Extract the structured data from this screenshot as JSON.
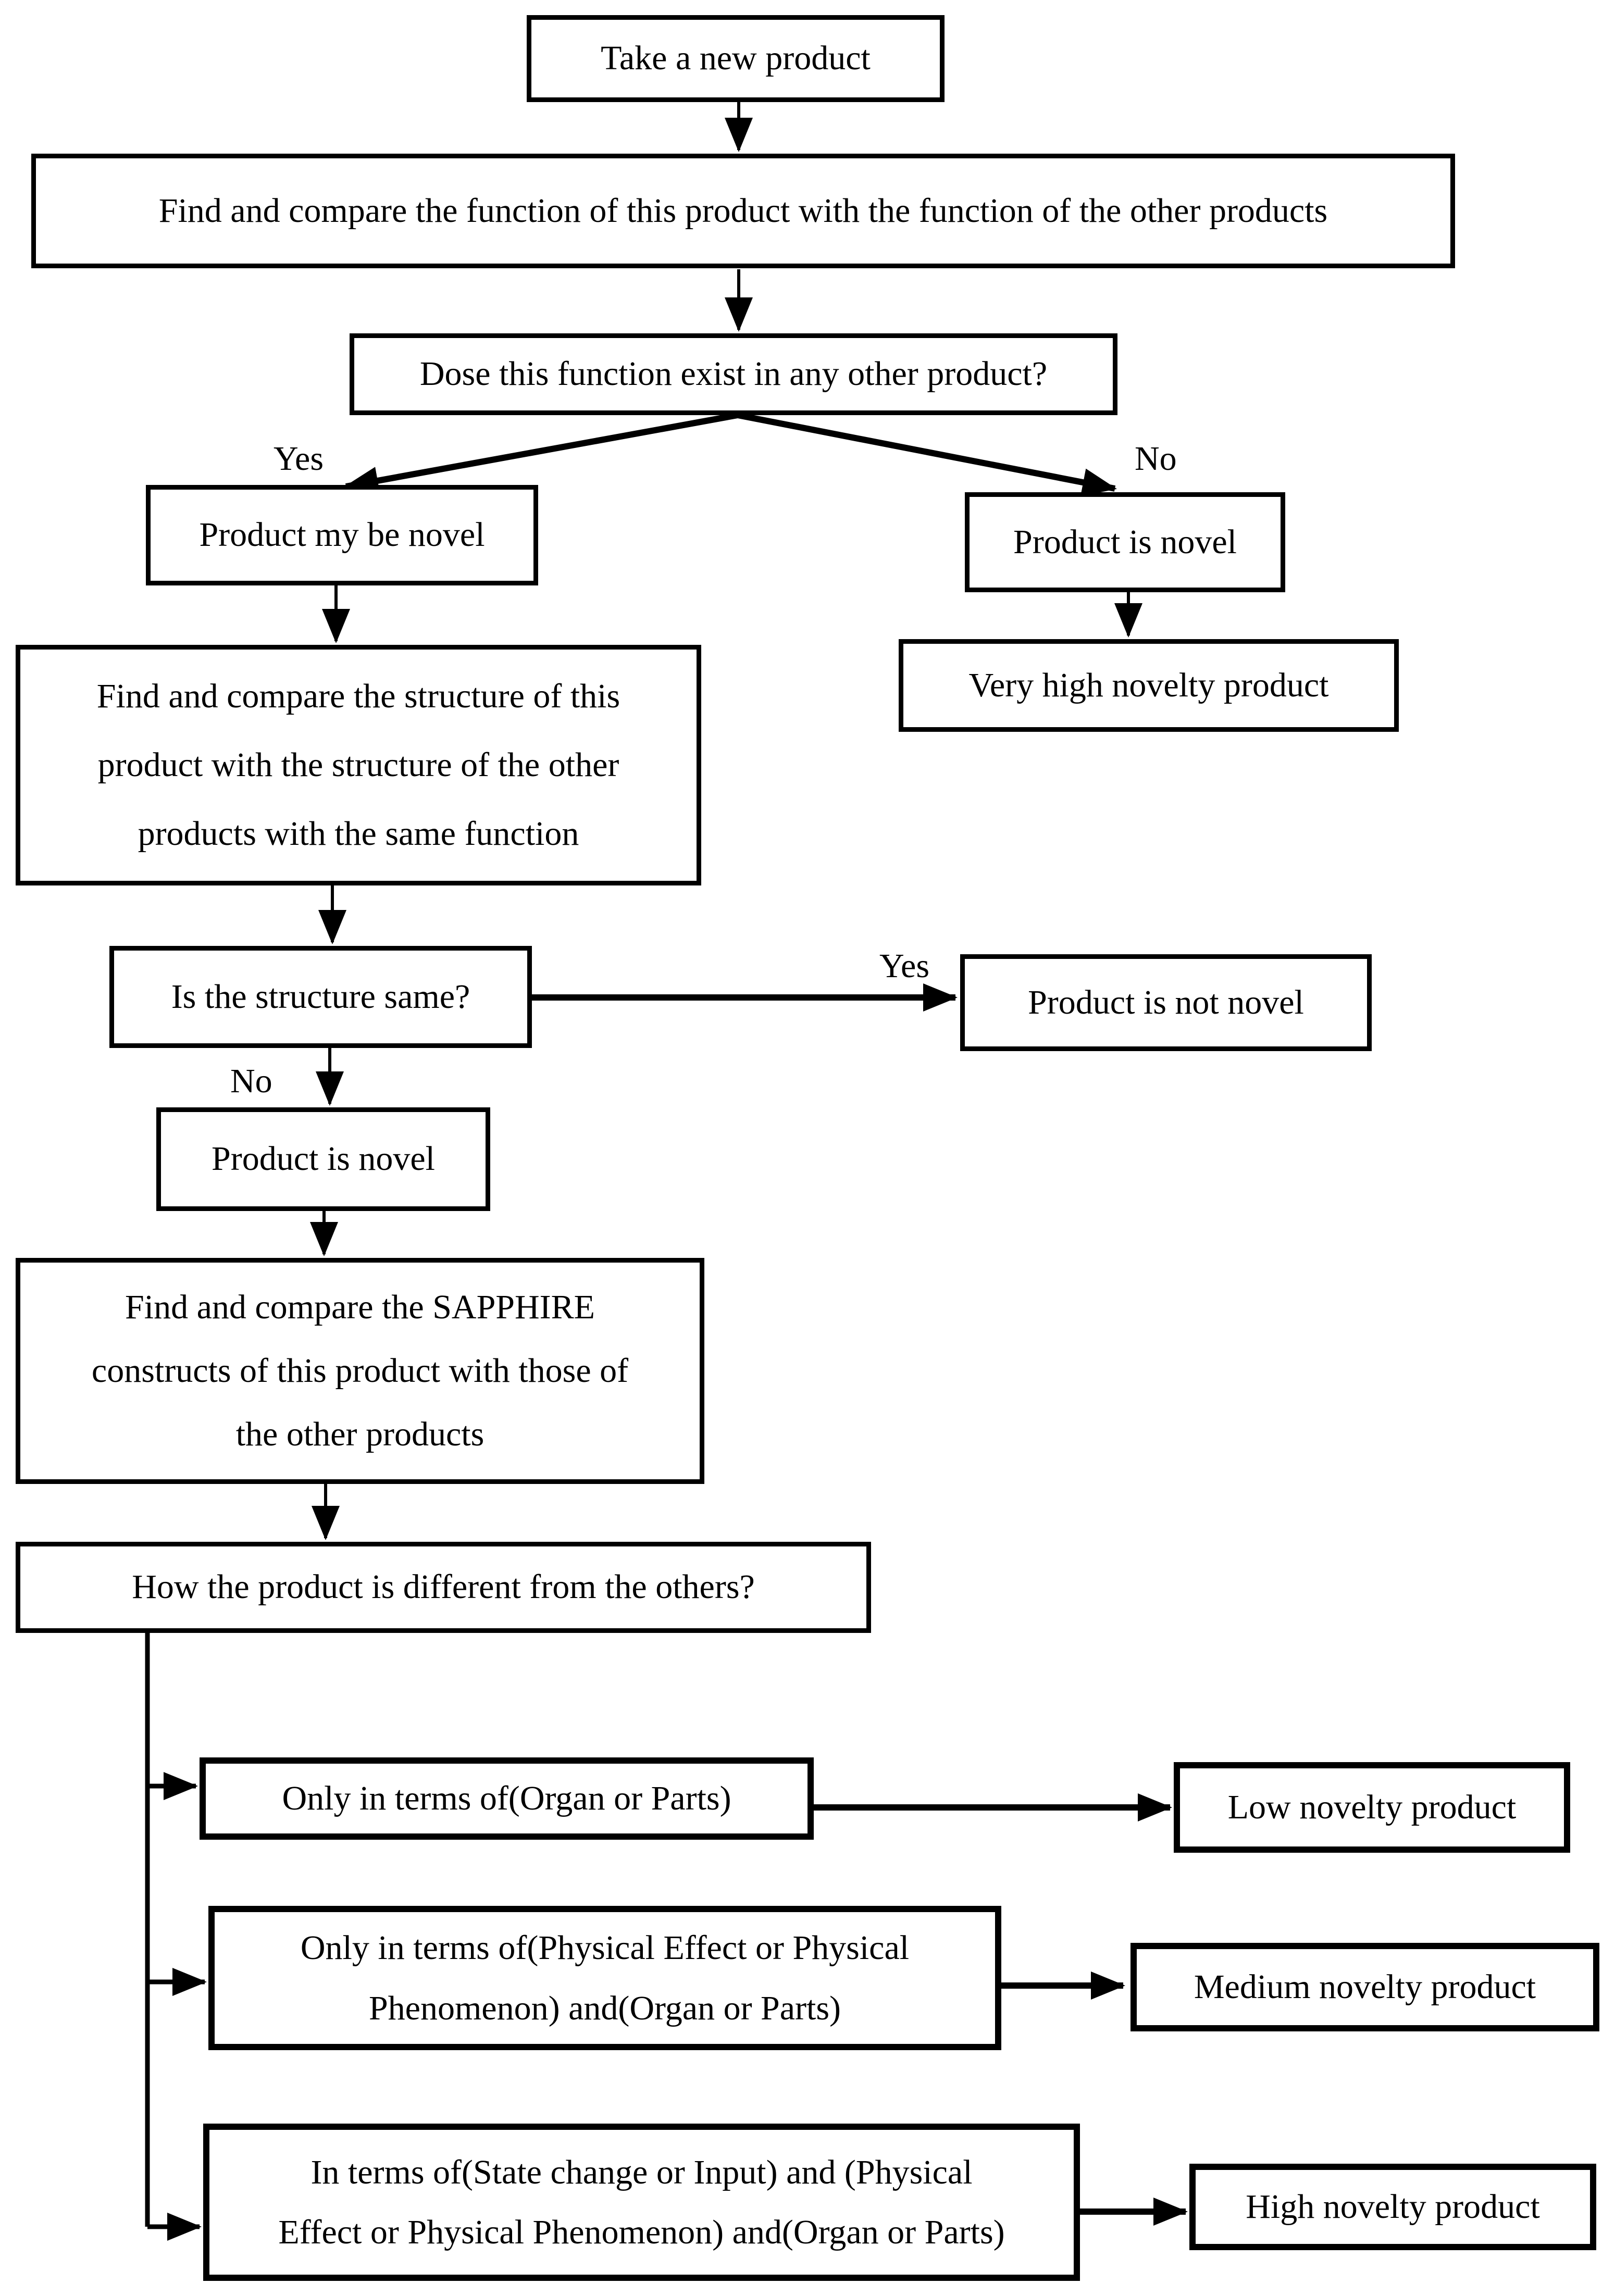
{
  "nodes": {
    "take_new_product": {
      "label": "Take a new product"
    },
    "compare_function": {
      "label": "Find and compare the function of this product with the function of the other products"
    },
    "function_exists": {
      "label": "Dose this function exist in any other product?"
    },
    "product_may_be_novel": {
      "label": "Product my be novel"
    },
    "product_is_novel_right": {
      "label": "Product is novel"
    },
    "very_high_novelty": {
      "label": "Very high novelty product"
    },
    "compare_structure": {
      "lines": [
        "Find and compare the structure of this",
        "product with the structure of the other",
        "products with the same function"
      ]
    },
    "is_structure_same": {
      "label": "Is the structure same?"
    },
    "product_not_novel": {
      "label": "Product is not novel"
    },
    "product_is_novel_left": {
      "label": "Product is novel"
    },
    "compare_sapphire": {
      "lines": [
        "Find and compare the SAPPHIRE",
        "constructs of this product with those of",
        "the other products"
      ]
    },
    "how_different": {
      "label": "How the product is different from the others?"
    },
    "option_organ_parts": {
      "label": "Only in terms of(Organ or Parts)"
    },
    "low_novelty": {
      "label": "Low novelty product"
    },
    "option_physical_effect": {
      "lines": [
        "Only in terms of(Physical Effect or Physical",
        "Phenomenon) and(Organ or Parts)"
      ]
    },
    "medium_novelty": {
      "label": "Medium novelty product"
    },
    "option_state_change": {
      "lines": [
        "In terms of(State change or Input) and (Physical",
        "Effect or Physical Phenomenon) and(Organ or Parts)"
      ]
    },
    "high_novelty": {
      "label": "High novelty product"
    }
  },
  "edges": [
    {
      "from": "take_new_product",
      "to": "compare_function"
    },
    {
      "from": "compare_function",
      "to": "function_exists"
    },
    {
      "from": "function_exists",
      "to": "product_may_be_novel",
      "label": "Yes"
    },
    {
      "from": "function_exists",
      "to": "product_is_novel_right",
      "label": "No"
    },
    {
      "from": "product_may_be_novel",
      "to": "compare_structure"
    },
    {
      "from": "product_is_novel_right",
      "to": "very_high_novelty"
    },
    {
      "from": "compare_structure",
      "to": "is_structure_same"
    },
    {
      "from": "is_structure_same",
      "to": "product_not_novel",
      "label": "Yes"
    },
    {
      "from": "is_structure_same",
      "to": "product_is_novel_left",
      "label": "No"
    },
    {
      "from": "product_is_novel_left",
      "to": "compare_sapphire"
    },
    {
      "from": "compare_sapphire",
      "to": "how_different"
    },
    {
      "from": "how_different",
      "to": "option_organ_parts"
    },
    {
      "from": "how_different",
      "to": "option_physical_effect"
    },
    {
      "from": "how_different",
      "to": "option_state_change"
    },
    {
      "from": "option_organ_parts",
      "to": "low_novelty"
    },
    {
      "from": "option_physical_effect",
      "to": "medium_novelty"
    },
    {
      "from": "option_state_change",
      "to": "high_novelty"
    }
  ],
  "colors": {
    "line": "#000000",
    "box_background": "#ffffff",
    "text": "#000000"
  }
}
